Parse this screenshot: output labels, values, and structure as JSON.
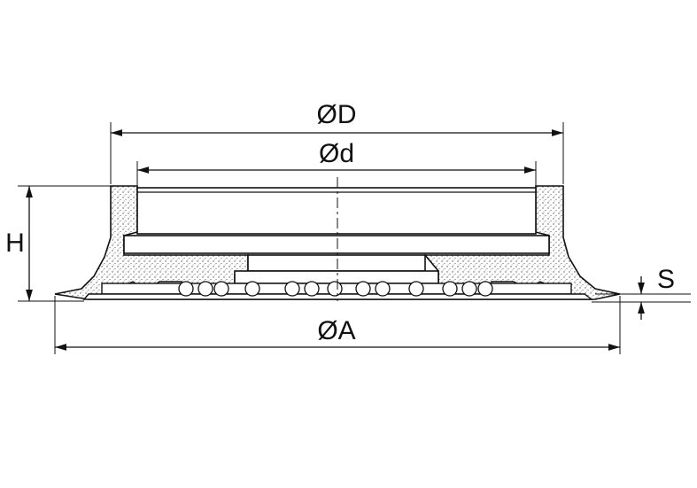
{
  "labels": {
    "outer_diameter": "ØD",
    "inner_diameter": "Ød",
    "height": "H",
    "base_diameter": "ØA",
    "thickness": "S"
  },
  "colors": {
    "line": "#111111",
    "fill": "#ffffff",
    "stipple": "#555555",
    "shade": "#d9d9d9"
  }
}
